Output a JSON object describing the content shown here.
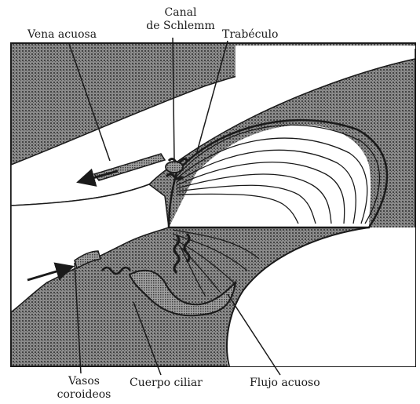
{
  "labels": {
    "vena_acuosa": "Vena acuosa",
    "canal_line1": "Canal",
    "canal_line2": "de Schlemm",
    "trabeculo": "Trabéculo",
    "vasos_line1": "Vasos",
    "vasos_line2": "coroideos",
    "cuerpo_ciliar": "Cuerpo ciliar",
    "flujo_acuoso": "Flujo acuoso"
  },
  "colors": {
    "stipple": "#4a4a4a",
    "ink": "#1a1a1a",
    "paper": "#ffffff"
  }
}
